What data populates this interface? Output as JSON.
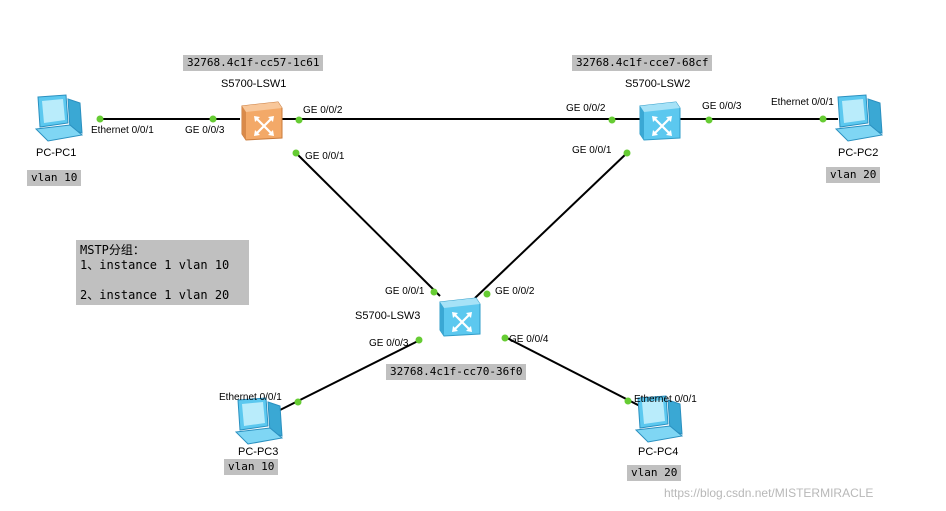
{
  "devices": {
    "lsw1": {
      "name": "S5700-LSW1",
      "bridge_id": "32768.4c1f-cc57-1c61",
      "color": "#f0a060"
    },
    "lsw2": {
      "name": "S5700-LSW2",
      "bridge_id": "32768.4c1f-cce7-68cf",
      "color": "#4ec0e8"
    },
    "lsw3": {
      "name": "S5700-LSW3",
      "bridge_id": "32768.4c1f-cc70-36f0",
      "color": "#4ec0e8"
    },
    "pc1": {
      "name": "PC-PC1",
      "vlan": "vlan 10"
    },
    "pc2": {
      "name": "PC-PC2",
      "vlan": "vlan 20"
    },
    "pc3": {
      "name": "PC-PC3",
      "vlan": "vlan 10"
    },
    "pc4": {
      "name": "PC-PC4",
      "vlan": "vlan 20"
    }
  },
  "ports": {
    "pc1_eth": "Ethernet 0/0/1",
    "lsw1_ge3": "GE 0/0/3",
    "lsw1_ge2": "GE 0/0/2",
    "lsw1_ge1": "GE 0/0/1",
    "lsw2_ge2": "GE 0/0/2",
    "lsw2_ge3": "GE 0/0/3",
    "lsw2_ge1": "GE 0/0/1",
    "pc2_eth": "Ethernet 0/0/1",
    "lsw3_ge1": "GE 0/0/1",
    "lsw3_ge2": "GE 0/0/2",
    "lsw3_ge3": "GE 0/0/3",
    "lsw3_ge4": "GE 0/0/4",
    "pc3_eth": "Ethernet 0/0/1",
    "pc4_eth": "Ethernet 0/0/1"
  },
  "note": {
    "title": "MSTP分组：",
    "line1": "1、instance 1 vlan 10",
    "line2": "2、instance 1 vlan 20"
  },
  "watermark": "https://blog.csdn.net/MISTERMIRACLE",
  "colors": {
    "link": "#000000",
    "port_dot": "#66cc33",
    "tag_bg": "#c0c0c0"
  }
}
